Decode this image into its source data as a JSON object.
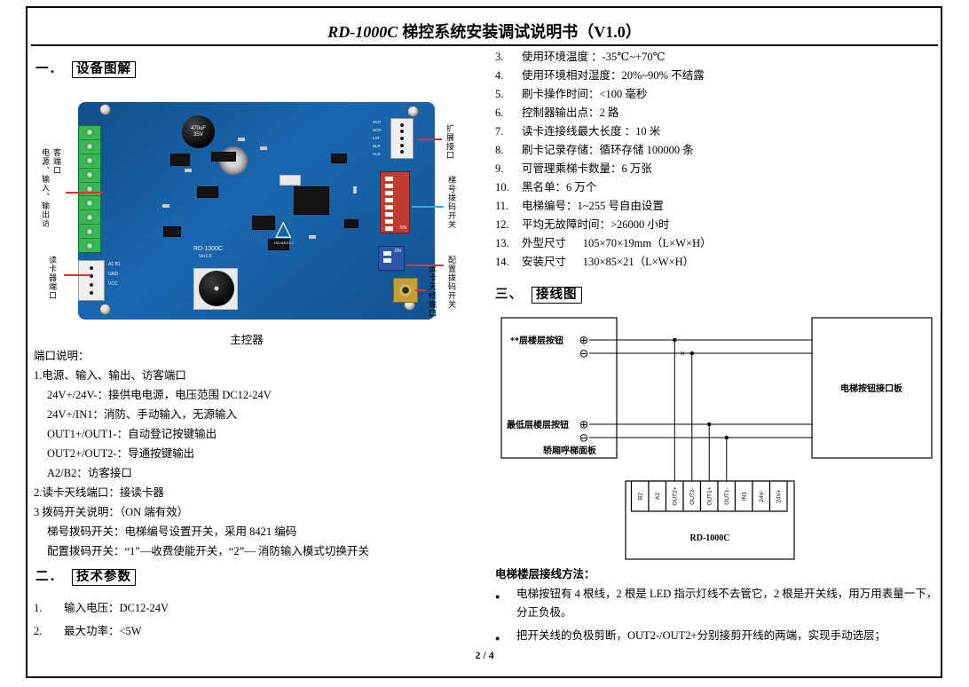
{
  "header": {
    "title_model": "RD-1000C",
    "title_rest": "梯控系统安装调试说明书（V1.0）"
  },
  "footer": {
    "page_number": "2 / 4"
  },
  "colors": {
    "callout_red": "#e03131",
    "callout_blue": "#49a0d9",
    "pcb_blue": "#1a67b0",
    "terminal_green": "#38b752",
    "dip_red": "#c23b31",
    "dip_blue": "#2d58a8",
    "antenna_gold": "#c39f35"
  },
  "section_device": {
    "number": "一．",
    "title": "设备图解",
    "figure_caption": "主控器",
    "callouts": {
      "power_port": "电源、输入、输出访客端口",
      "reader_port": "读卡器端口",
      "expansion_port": "扩展接口",
      "elevator_dip": "梯号拨码开关",
      "config_dip": "配置拨码开关",
      "antenna_port": "读卡天线端口"
    },
    "silkscreen": {
      "capacitor": "470uF",
      "capacitor_v": "35V",
      "model": "RD-1000C",
      "version": "Ver1.0",
      "dip_on": "ON",
      "conn_right_pins": "OUT SCN LAT BLK CLK",
      "conn_left_pins": "A1 B1 GND VCC",
      "logo": "HDWBELL"
    },
    "port_lines": [
      {
        "text": "端口说明："
      },
      {
        "text": "1.电源、输入、输出、访客端口"
      },
      {
        "text": "24V+/24V-：接供电电源，电压范围 DC12-24V"
      },
      {
        "text": "24V+/IN1：消防、手动输入，无源输入"
      },
      {
        "text": "OUT1+/OUT1-：自动登记按键输出"
      },
      {
        "text": "OUT2+/OUT2-：导通按键输出"
      },
      {
        "text": "A2/B2：访客接口"
      },
      {
        "text": "2.读卡天线端口：接读卡器"
      },
      {
        "text": "3 拨码开关说明：（ON 端有效）"
      },
      {
        "text": "梯号拨码开关：电梯编号设置开关，采用 8421 编码"
      },
      {
        "text": "配置拨码开关：“1”—收费使能开关，“2”— 消防输入模式切换开关"
      }
    ]
  },
  "section_params": {
    "number": "二．",
    "title": "技术参数",
    "items": [
      {
        "num": "1.",
        "text": "输入电压：DC12-24V"
      },
      {
        "num": "2.",
        "text": "最大功率：<5W"
      }
    ]
  },
  "specs": [
    {
      "num": "3.",
      "text": "使用环境温度 ：-35℃~+70℃"
    },
    {
      "num": "4.",
      "text": "使用环境相对湿度：20%~90% 不结露"
    },
    {
      "num": "5.",
      "text": "刷卡操作时间：<100 毫秒"
    },
    {
      "num": "6.",
      "text": "控制器输出点：2 路"
    },
    {
      "num": "7.",
      "text": "读卡连接线最大长度 ：10 米"
    },
    {
      "num": "8.",
      "text": "刷卡记录存储：循环存储 100000 条"
    },
    {
      "num": "9.",
      "text": "可管理乘梯卡数量：6 万张"
    },
    {
      "num": "10.",
      "text": "黑名单：6 万个"
    },
    {
      "num": "11.",
      "text": "电梯编号：1~255 号自由设置"
    },
    {
      "num": "12.",
      "text": "平均无故障时间：>26000 小时"
    },
    {
      "num": "13.",
      "text": "外型尺寸      105×70×19mm（L×W×H）"
    },
    {
      "num": "14.",
      "text": "安装尺寸      130×85×21（L×W×H）"
    }
  ],
  "section_wiring": {
    "number": "三、",
    "title": "接线图",
    "diagram": {
      "top_button_label": "**层楼层按钮",
      "bottom_button_label": "最低层楼层按钮",
      "panel_label": "轿厢呼梯面板",
      "interface_board_label": "电梯按钮接口板",
      "controller_label": "RD-1000C",
      "terminals": [
        "B2",
        "A2",
        "OUT2+",
        "OUT2-",
        "OUT1+",
        "OUT1-",
        "IN1",
        "24V-",
        "24V+"
      ],
      "plus_symbol": "⊕",
      "minus_symbol": "⊖",
      "cut_symbol": "×"
    },
    "method_title": "电梯楼层接线方法：",
    "bullets": [
      {
        "marker": "●",
        "text": "电梯按钮有 4 根线，2 根是 LED 指示灯线不去管它，2 根是开关线，用万用表量一下，分正负极。"
      },
      {
        "marker": "●",
        "text": "把开关线的负极剪断，OUT2-/OUT2+分别接剪开线的两端，实现手动选层；"
      }
    ]
  }
}
